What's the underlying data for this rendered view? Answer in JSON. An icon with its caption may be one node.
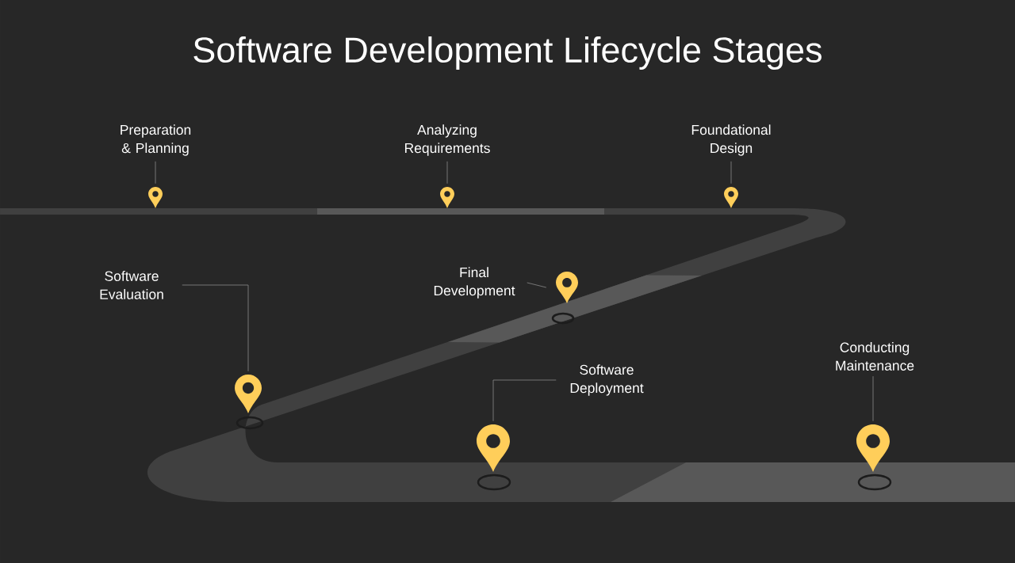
{
  "diagram": {
    "title": "Software Development Lifecycle Stages",
    "nodes": [
      {
        "text": [
          "Preparation & Planning"
        ]
      },
      {
        "text": [
          "Analyzing Requirements"
        ]
      },
      {
        "text": [
          "Foundational Design"
        ]
      },
      {
        "text": [
          "Software Evaluation"
        ]
      },
      {
        "text": [
          "Final Development"
        ]
      },
      {
        "text": [
          "Software Deployment"
        ]
      },
      {
        "text": [
          "Conducting Maintenance"
        ]
      },
      {
        "text": [],
        "shape": "pin"
      },
      {
        "text": [],
        "shape": "pin"
      },
      {
        "text": [],
        "shape": "pin"
      },
      {
        "text": [],
        "shape": "pin"
      },
      {
        "text": [],
        "shape": "pin"
      },
      {
        "text": [],
        "shape": "pin"
      },
      {
        "text": [],
        "shape": "pin"
      }
    ],
    "edges": [
      {
        "from": 0,
        "to": 7,
        "arrow": "none"
      },
      {
        "from": 1,
        "to": 8,
        "arrow": "none"
      },
      {
        "from": 2,
        "to": 9,
        "arrow": "none"
      },
      {
        "from": 3,
        "to": 10,
        "arrow": "none"
      },
      {
        "from": 4,
        "to": 11,
        "arrow": "none"
      },
      {
        "from": 5,
        "to": 12,
        "arrow": "none"
      },
      {
        "from": 6,
        "to": 13,
        "arrow": "none"
      }
    ]
  }
}
